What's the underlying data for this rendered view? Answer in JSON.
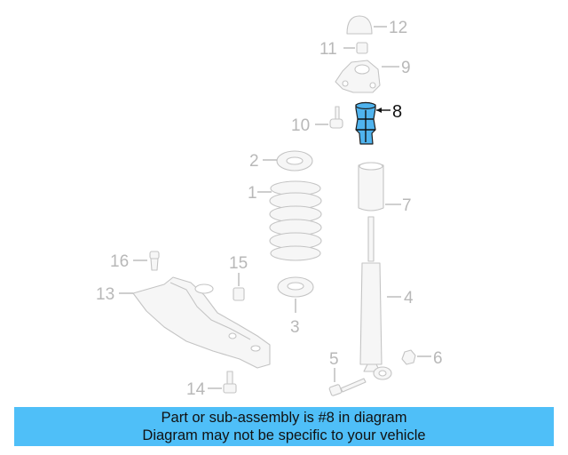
{
  "diagram": {
    "highlighted_part": "8",
    "callouts": [
      "1",
      "2",
      "3",
      "4",
      "5",
      "6",
      "7",
      "8",
      "9",
      "10",
      "11",
      "12",
      "13",
      "14",
      "15",
      "16"
    ]
  },
  "banner": {
    "line1": "Part or sub-assembly is #8 in diagram",
    "line2": "Diagram may not be specific to your vehicle"
  },
  "colors": {
    "banner_bg": "#4fbff8",
    "highlight": "#4fb3ee",
    "part_outline": "#c4c4c4"
  }
}
